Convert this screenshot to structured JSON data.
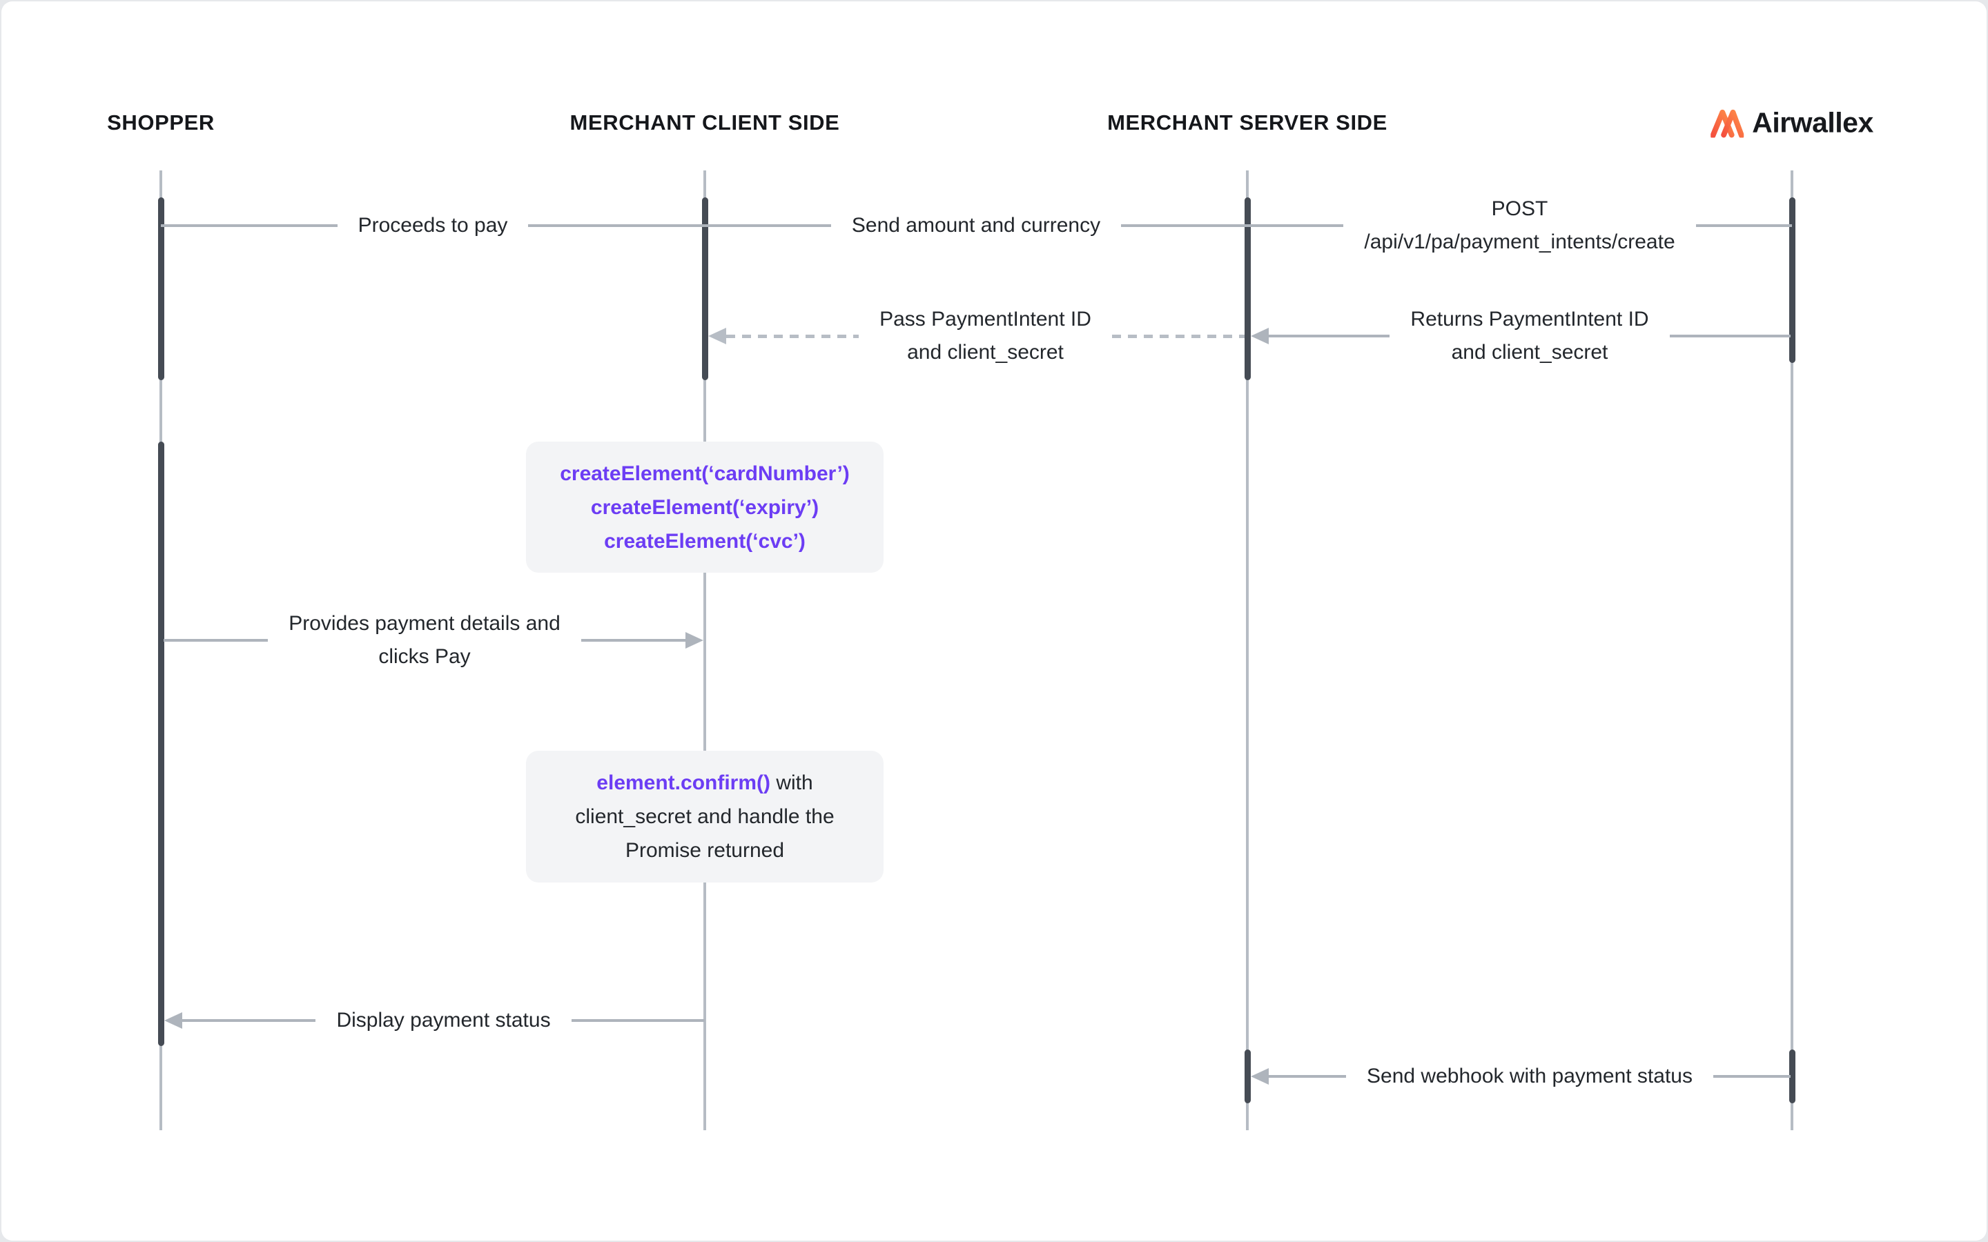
{
  "actors": {
    "shopper": "SHOPPER",
    "client": "MERCHANT CLIENT SIDE",
    "server": "MERCHANT SERVER SIDE",
    "airwallex": "Airwallex"
  },
  "messages": {
    "proceeds": {
      "text": "Proceeds to pay"
    },
    "send_amount": {
      "text": "Send amount and currency"
    },
    "post_create": {
      "line1": "POST",
      "line2": "/api/v1/pa/payment_intents/create"
    },
    "pass_intent": {
      "line1": "Pass PaymentIntent ID",
      "line2": "and client_secret"
    },
    "returns_intent": {
      "line1": "Returns PaymentIntent ID",
      "line2": "and client_secret"
    },
    "provides_details": {
      "line1": "Provides payment details and",
      "line2": "clicks Pay"
    },
    "display_status": {
      "text": "Display payment status"
    },
    "send_webhook": {
      "text": "Send webhook with payment status"
    }
  },
  "notes": {
    "create_elements": {
      "line1": "createElement(‘cardNumber’)",
      "line2": "createElement(‘expiry’)",
      "line3": "createElement(‘cvc’)"
    },
    "confirm": {
      "code": "element.confirm()",
      "after_code": " with",
      "line2": "client_secret and handle the",
      "line3": "Promise returned"
    }
  },
  "colors": {
    "accent_purple": "#6c3df4",
    "logo_gradient_start": "#f4503e",
    "logo_gradient_end": "#ff8f49",
    "message_line_gray": "#aeb4bc",
    "lifeline_gray": "#b6bcc4",
    "activation_dark": "#454b54",
    "text_dark": "#1d2127",
    "note_background": "#f3f4f6"
  }
}
